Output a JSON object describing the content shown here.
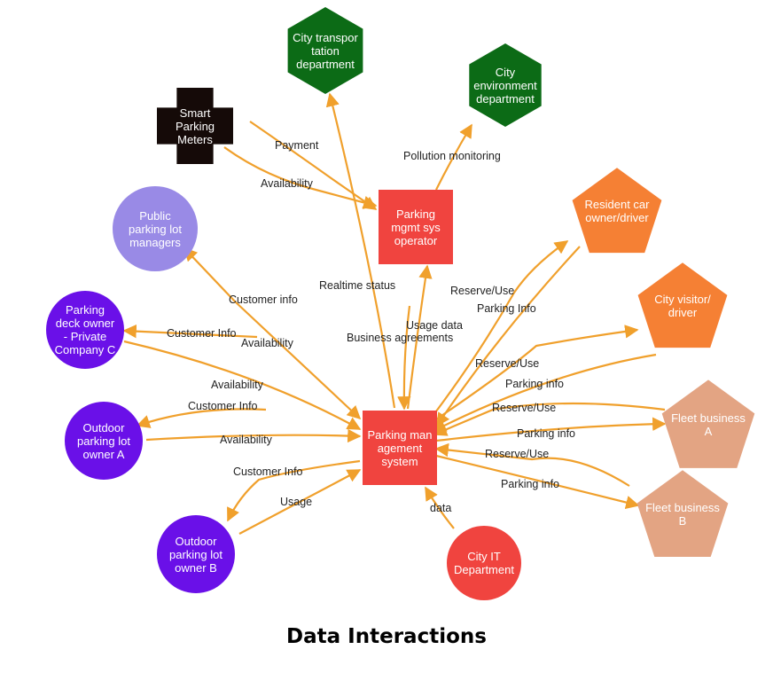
{
  "caption": "Data Interactions",
  "colors": {
    "edge": "#f0a02c",
    "dark_green": "#0c6b16",
    "black": "#150a08",
    "red": "#f0443f",
    "orange": "#f58034",
    "light_purple": "#998ae6",
    "purple": "#6a10e8",
    "salmon": "#e3a483"
  },
  "nodes": [
    {
      "id": "city_transport",
      "label": "City transpor\ntation\ndepartment",
      "shape": "hexagon",
      "color": "dark_green"
    },
    {
      "id": "city_env",
      "label": "City\nenvironment\ndepartment",
      "shape": "hexagon",
      "color": "dark_green"
    },
    {
      "id": "smart_meters",
      "label": "Smart\nParking\nMeters",
      "shape": "cross",
      "color": "black"
    },
    {
      "id": "pm_operator",
      "label": "Parking\nmgmt sys\noperator",
      "shape": "square",
      "color": "red"
    },
    {
      "id": "resident",
      "label": "Resident car\nowner/driver",
      "shape": "pentagon",
      "color": "orange"
    },
    {
      "id": "visitor",
      "label": "City visitor/\ndriver",
      "shape": "pentagon",
      "color": "orange"
    },
    {
      "id": "public_managers",
      "label": "Public\nparking lot\nmanagers",
      "shape": "circle",
      "color": "light_purple"
    },
    {
      "id": "deck_owner",
      "label": "Parking\ndeck owner\n- Private\nCompany C",
      "shape": "circle",
      "color": "purple"
    },
    {
      "id": "outdoor_a",
      "label": "Outdoor\nparking lot\nowner A",
      "shape": "circle",
      "color": "purple"
    },
    {
      "id": "outdoor_b",
      "label": "Outdoor\nparking lot\nowner B",
      "shape": "circle",
      "color": "purple"
    },
    {
      "id": "pms",
      "label": "Parking man\nagement\nsystem",
      "shape": "square",
      "color": "red"
    },
    {
      "id": "fleet_a",
      "label": "Fleet business\nA",
      "shape": "pentagon",
      "color": "salmon"
    },
    {
      "id": "fleet_b",
      "label": "Fleet business\nB",
      "shape": "pentagon",
      "color": "salmon"
    },
    {
      "id": "city_it",
      "label": "City IT\nDepartment",
      "shape": "circle",
      "color": "red"
    }
  ],
  "edges": [
    {
      "id": "payment",
      "label": "Payment"
    },
    {
      "id": "availability_meters",
      "label": "Availability"
    },
    {
      "id": "pollution",
      "label": "Pollution monitoring"
    },
    {
      "id": "realtime",
      "label": "Realtime status"
    },
    {
      "id": "usage_data",
      "label": "Usage data"
    },
    {
      "id": "business_agreements",
      "label": "Business agreements"
    },
    {
      "id": "customer_info_public",
      "label": "Customer info"
    },
    {
      "id": "availability_public",
      "label": "Availability"
    },
    {
      "id": "customer_info_deck",
      "label": "Customer Info"
    },
    {
      "id": "availability_deck",
      "label": "Availability"
    },
    {
      "id": "customer_info_a",
      "label": "Customer Info"
    },
    {
      "id": "availability_a",
      "label": "Availability"
    },
    {
      "id": "customer_info_b",
      "label": "Customer Info"
    },
    {
      "id": "usage_b",
      "label": "Usage"
    },
    {
      "id": "reserve_resident",
      "label": "Reserve/Use"
    },
    {
      "id": "parking_info_resident",
      "label": "Parking Info"
    },
    {
      "id": "reserve_visitor",
      "label": "Reserve/Use"
    },
    {
      "id": "parking_info_visitor",
      "label": "Parking info"
    },
    {
      "id": "reserve_fleet_a",
      "label": "Reserve/Use"
    },
    {
      "id": "parking_info_fleet_a",
      "label": "Parking info"
    },
    {
      "id": "reserve_fleet_b",
      "label": "Reserve/Use"
    },
    {
      "id": "parking_info_fleet_b",
      "label": "Parking info"
    },
    {
      "id": "data_it",
      "label": "data"
    }
  ]
}
